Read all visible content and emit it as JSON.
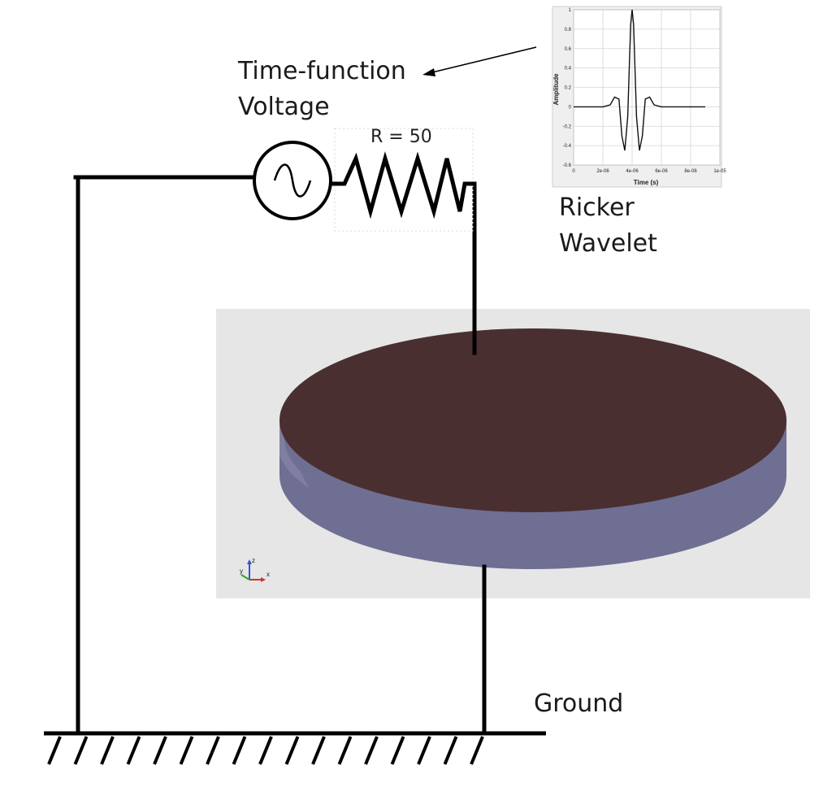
{
  "labels": {
    "time_function": "Time-function",
    "voltage": "Voltage",
    "resistor": "R = 50",
    "ricker_line1": "Ricker",
    "ricker_line2": "Wavelet",
    "ground": "Ground"
  },
  "colors": {
    "wire": "#000000",
    "disc_top": "#4a2f31",
    "disc_side": "#6f6f93",
    "viewport_bg": "#e6e6e6"
  },
  "icons": {
    "source": "ac-voltage-source-icon",
    "resistor": "resistor-icon",
    "ground": "ground-symbol-icon",
    "axes": "xyz-axes-icon"
  },
  "axes_triad": {
    "x": "x",
    "y": "y",
    "z": "z"
  },
  "chart_data": {
    "type": "line",
    "title": "",
    "xlabel": "Time (s)",
    "ylabel": "Amplitude",
    "xlim": [
      0,
      1e-05
    ],
    "ylim": [
      -0.6,
      1.0
    ],
    "x_ticks": [
      "0",
      "2e-06",
      "4e-06",
      "6e-06",
      "8e-06",
      "1e-05"
    ],
    "y_ticks": [
      "-0.6",
      "-0.4",
      "-0.2",
      "0",
      "0.2",
      "0.4",
      "0.6",
      "0.8",
      "1"
    ],
    "grid": true,
    "series": [
      {
        "x": [
          0,
          1e-06,
          2e-06,
          2.5e-06,
          2.8e-06,
          3.1e-06,
          3.3e-06,
          3.5e-06,
          3.7e-06,
          3.9e-06,
          4e-06,
          4.1e-06,
          4.3e-06,
          4.5e-06,
          4.7e-06,
          4.9e-06,
          5.2e-06,
          5.5e-06,
          6e-06,
          7e-06,
          8e-06,
          9e-06
        ],
        "y": [
          0,
          0,
          0,
          0.02,
          0.1,
          0.08,
          -0.3,
          -0.45,
          -0.1,
          0.85,
          1.0,
          0.85,
          -0.1,
          -0.45,
          -0.3,
          0.08,
          0.1,
          0.02,
          0,
          0,
          0,
          0
        ]
      }
    ]
  }
}
